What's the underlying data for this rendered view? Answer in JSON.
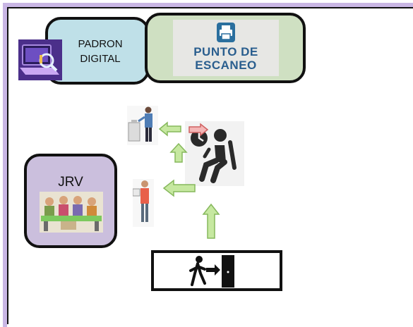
{
  "diagram": {
    "nodes": {
      "padron": {
        "label": "PADRON DIGITAL",
        "line1": "PADRON",
        "line2": "DIGITAL",
        "icon": "laptop-icon",
        "color": "#bfe0e8"
      },
      "punto_escaneo": {
        "label": "PUNTO DE ESCANEO",
        "line1": "PUNTO DE",
        "line2": "ESCANEO",
        "icon": "printer-icon",
        "color": "#cfe0c2"
      },
      "jrv": {
        "label": "JRV",
        "icon": "voting-table-people-icon",
        "color": "#cbbfdd"
      },
      "entrada": {
        "icon": "person-entering-door-icon"
      },
      "sala_espera": {
        "icon": "seated-person-clock-icon"
      },
      "votante_urna": {
        "icon": "voter-ballot-box-icon"
      },
      "votante_papeleta": {
        "icon": "person-holding-ballot-icon"
      }
    },
    "arrows": [
      {
        "from": "entrada",
        "to": "sala_espera",
        "direction": "up",
        "color": "#c6e8a0"
      },
      {
        "from": "sala_espera",
        "to": "votante_papeleta",
        "direction": "left",
        "color": "#c6e8a0"
      },
      {
        "from": "sala_espera",
        "to": "votante_urna",
        "direction": "up",
        "color": "#c6e8a0"
      },
      {
        "from": "sala_espera",
        "to": "votante_urna",
        "direction": "left",
        "color": "#c6e8a0"
      },
      {
        "from": "reloj",
        "to": "sala_espera",
        "direction": "right",
        "color": "#e88a8a"
      }
    ]
  },
  "colors": {
    "frame": "#c9b6e4",
    "arrow_green": "#c6e8a0",
    "arrow_red": "#e88a8a"
  }
}
